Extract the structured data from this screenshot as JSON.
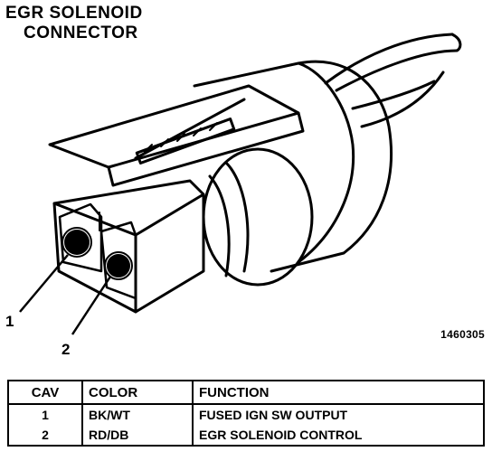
{
  "title": {
    "line1": "EGR SOLENOID",
    "line2": "CONNECTOR"
  },
  "callouts": [
    "1",
    "2"
  ],
  "figure_id": "1460305",
  "table": {
    "headers": [
      "CAV",
      "COLOR",
      "FUNCTION"
    ],
    "rows": [
      {
        "cav": "1",
        "color": "BK/WT",
        "function": "FUSED IGN SW OUTPUT"
      },
      {
        "cav": "2",
        "color": "RD/DB",
        "function": "EGR SOLENOID CONTROL"
      }
    ]
  },
  "colors": {
    "ink": "#000000",
    "paper": "#ffffff"
  }
}
